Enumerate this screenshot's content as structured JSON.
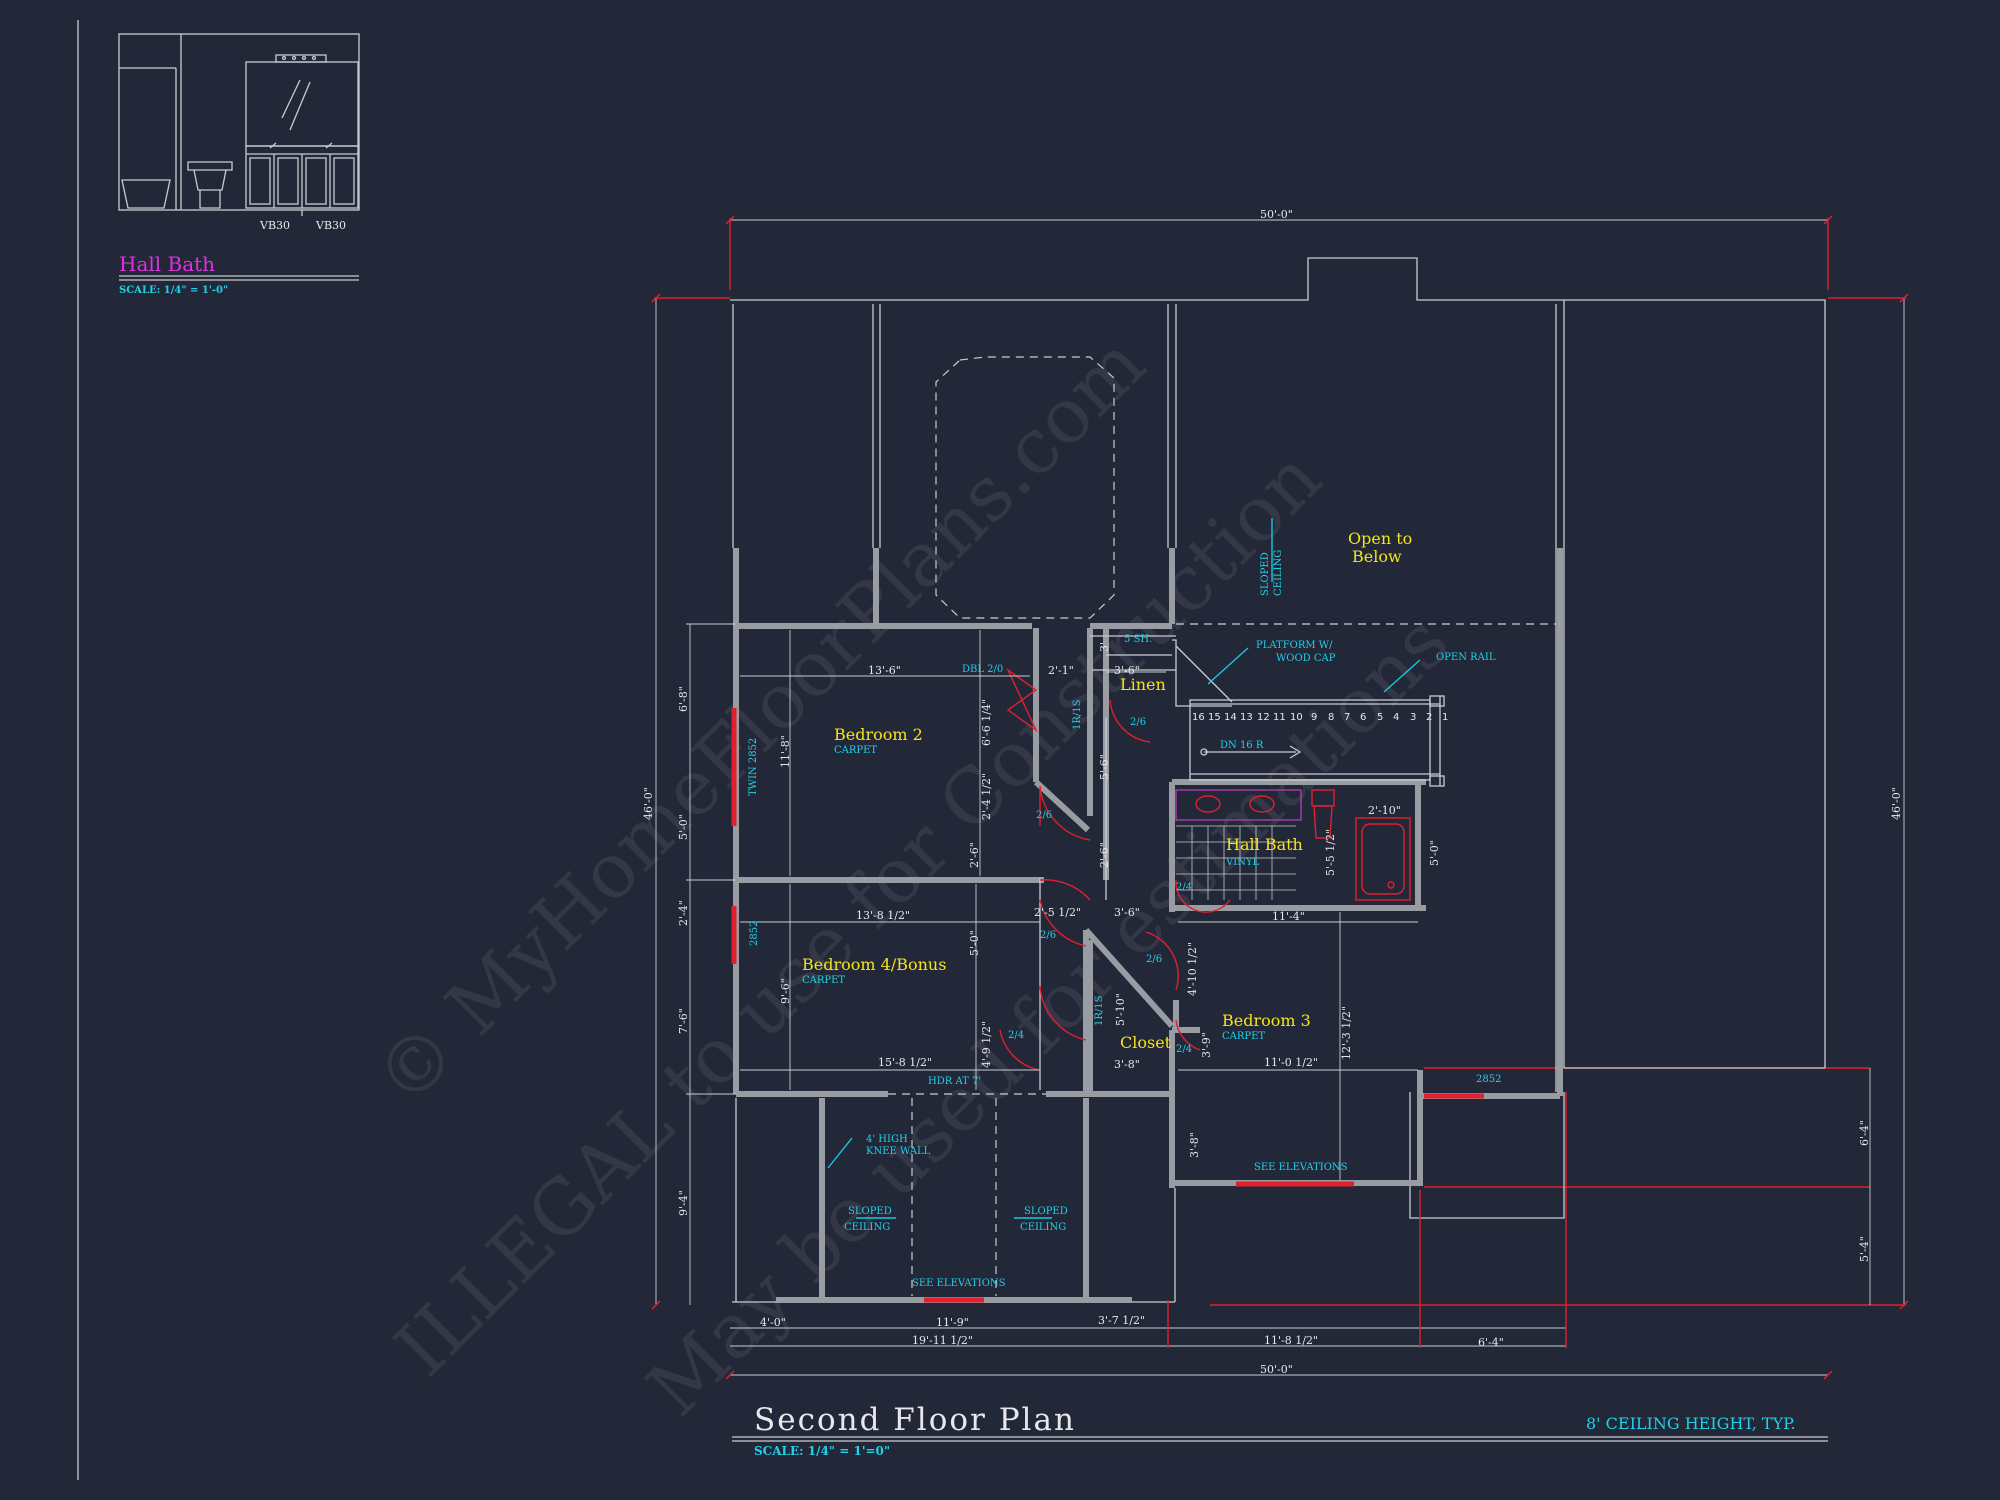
{
  "inset": {
    "title": "Hall Bath",
    "scale": "SCALE: 1/4\" = 1'-0\"",
    "vanity_labels": [
      "VB30",
      "VB30"
    ]
  },
  "plan": {
    "title": "Second Floor Plan",
    "scale": "SCALE: 1/4\" = 1'=0\"",
    "ceiling_note": "8' CEILING HEIGHT, TYP.",
    "rooms": {
      "bedroom2": {
        "name": "Bedroom 2",
        "floor": "CARPET"
      },
      "bedroom4": {
        "name": "Bedroom 4/Bonus",
        "floor": "CARPET"
      },
      "bedroom3": {
        "name": "Bedroom 3",
        "floor": "CARPET"
      },
      "hall_bath": {
        "name": "Hall Bath",
        "floor": "VINYL"
      },
      "linen": {
        "name": "Linen"
      },
      "closet": {
        "name": "Closet"
      },
      "open_below_1": "Open to",
      "open_below_2": "Below"
    },
    "notes": {
      "sloped_ceiling": [
        "SLOPED",
        "CEILING"
      ],
      "platform": [
        "PLATFORM W/",
        "WOOD CAP"
      ],
      "open_rail": "OPEN RAIL",
      "knee_wall": [
        "4' HIGH",
        "KNEE WALL"
      ],
      "see_elevations": "SEE ELEVATIONS",
      "hdr": "HDR AT 7'",
      "stair_dn": "DN 16 R",
      "shelf": "5 SH.",
      "twin_window": "TWIN 2852",
      "window": "2852",
      "dbl_door": "DBL 2/0",
      "r_s": "1R/1S"
    },
    "stair_steps": [
      "16",
      "15",
      "14",
      "13",
      "12",
      "11",
      "10",
      "9",
      "8",
      "7",
      "6",
      "5",
      "4",
      "3",
      "2",
      "1"
    ],
    "doors": [
      "2/6",
      "2/6",
      "2/6",
      "2/6",
      "2/4",
      "2/4",
      "2/4"
    ],
    "dimensions": {
      "overall_width": "50'-0\"",
      "overall_depth": "46'-0\"",
      "b2_w": "13'-6\"",
      "b2_d": "11'-8\"",
      "b2_top": "6'-8\"",
      "b2_mid": "5'-0\"",
      "b4_w": "13'-8 1/2\"",
      "b4_w2": "15'-8 1/2\"",
      "b4_d": "9'-6\"",
      "left_a": "2'-4\"",
      "left_b": "7'-6\"",
      "left_c": "9'-4\"",
      "hall_1": "2'-1\"",
      "hall_2": "3'-6\"",
      "hall_3": "6'-6 1/4\"",
      "hall_4": "2'-4 1/2\"",
      "hall_5": "2'-6\"",
      "hall_6": "5'-6\"",
      "hall_7": "2'-6\"",
      "hall_8": "2'-5 1/2\"",
      "hall_9": "5'-0\"",
      "hall_10": "4'-9 1/2\"",
      "hall_11": "3'-6\"",
      "hall_12": "3'",
      "hb_w": "11'-4\"",
      "hb_tub": "2'-10\"",
      "hb_d": "5'-5 1/2\"",
      "hb_r": "5'-0\"",
      "b3_w": "11'-0 1/2\"",
      "b3_d": "12'-3 1/2\"",
      "b3_a": "4'-10 1/2\"",
      "b3_b": "3'-9\"",
      "b3_c": "3'-8\"",
      "cl_w": "3'-8\"",
      "cl_d": "5'-10\"",
      "cl_b": "3'-6\"",
      "bot_1": "4'-0\"",
      "bot_2": "11'-9\"",
      "bot_3": "3'-7 1/2\"",
      "bot_4": "19'-11 1/2\"",
      "bot_5": "11'-8 1/2\"",
      "bot_6": "6'-4\"",
      "right_a": "6'-4\"",
      "right_b": "5'-4\""
    }
  },
  "watermark": [
    "© MyHomeFloorPlans.com",
    "ILLEGAL to use for Construction",
    "May be used for estimations"
  ]
}
